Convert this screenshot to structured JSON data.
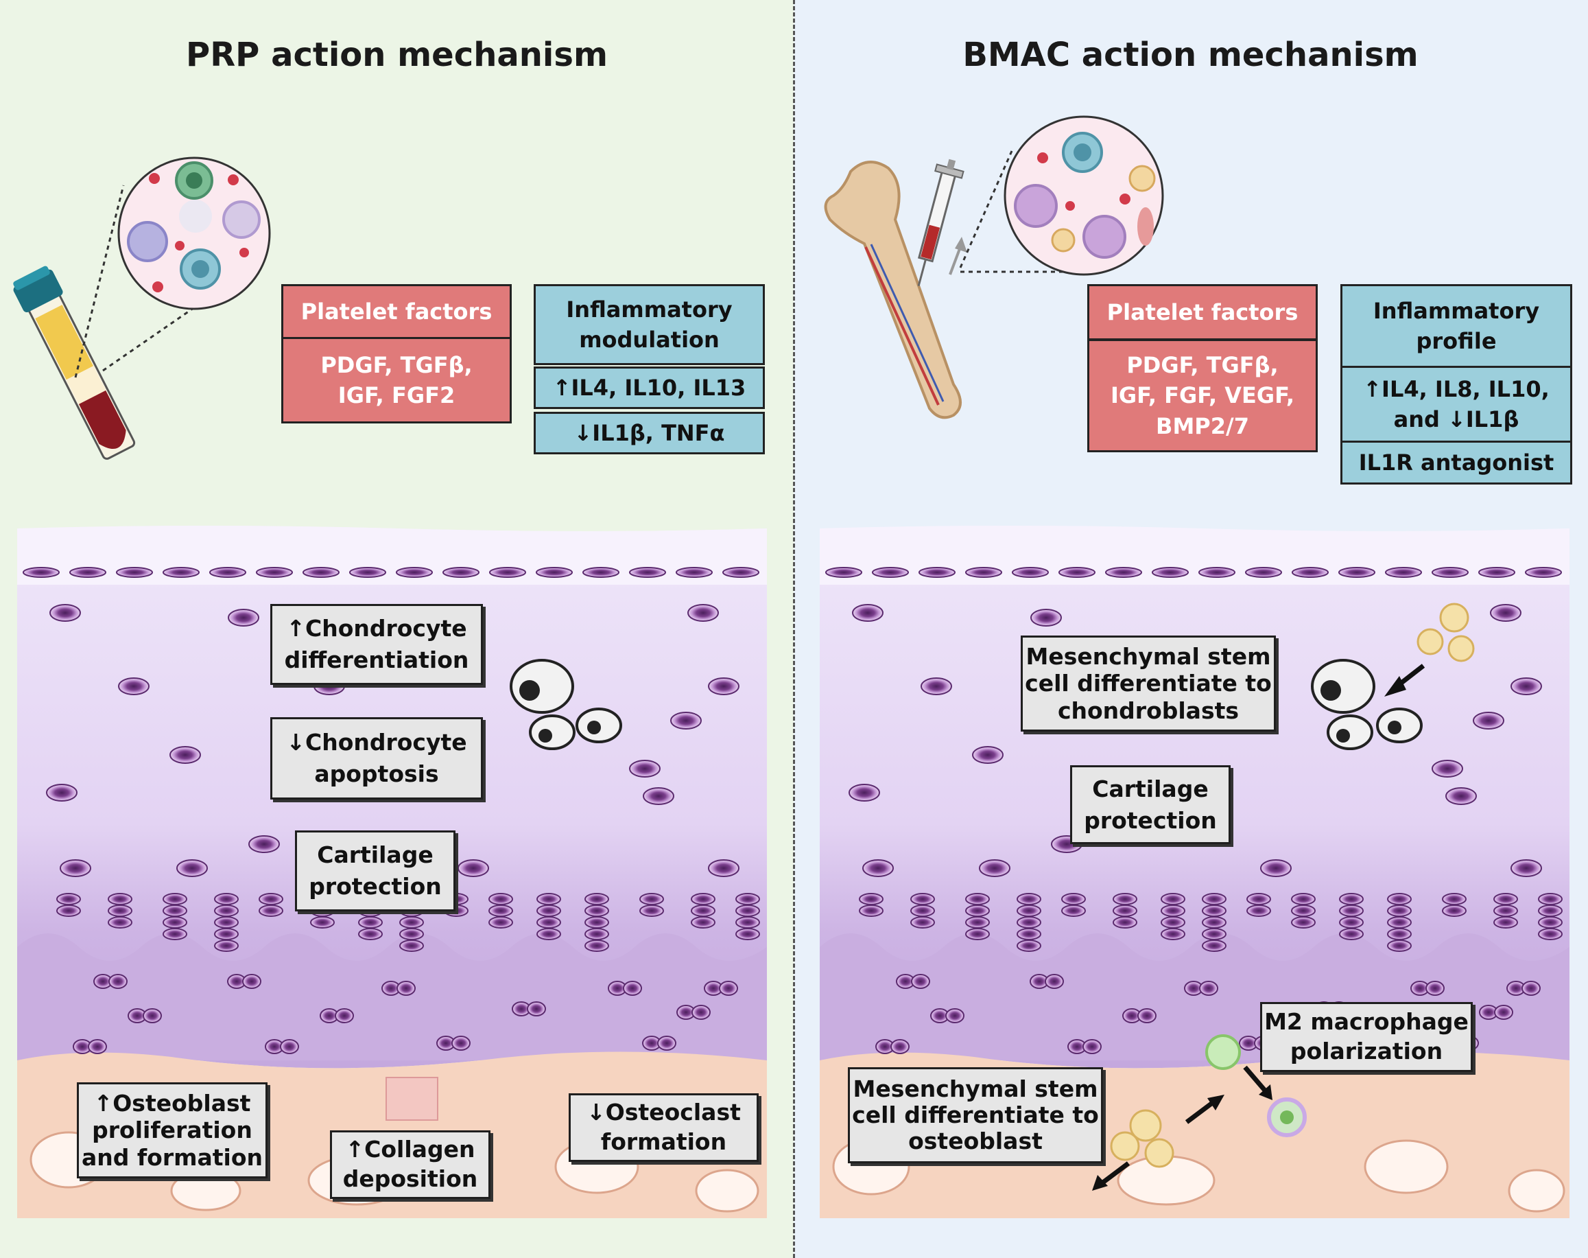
{
  "prp": {
    "title": "PRP action mechanism",
    "platelet_factors": {
      "header": "Platelet factors",
      "items": "PDGF, TGFβ,\nIGF, FGF2"
    },
    "inflammatory": {
      "header": "Inflammatory\nmodulation",
      "up": "↑IL4, IL10, IL13",
      "down": "↓IL1β, TNFα"
    },
    "labels": {
      "chondrocyte_differentiation": "↑Chondrocyte\ndifferentiation",
      "chondrocyte_apoptosis": "↓Chondrocyte\napoptosis",
      "cartilage_protection": "Cartilage\nprotection",
      "osteoblast": "↑Osteoblast\nproliferation\nand formation",
      "collagen": "↑Collagen\ndeposition",
      "osteoclast": "↓Osteoclast\nformation"
    }
  },
  "bmac": {
    "title": "BMAC action mechanism",
    "platelet_factors": {
      "header": "Platelet factors",
      "items": "PDGF, TGFβ,\nIGF, FGF, VEGF,\nBMP2/7"
    },
    "inflammatory": {
      "header": "Inflammatory\nprofile",
      "up_down": "↑IL4, IL8, IL10,\nand ↓IL1β",
      "antagonist": "IL1R antagonist"
    },
    "labels": {
      "msc_chondroblasts": "Mesenchymal stem\ncell differentiate to\nchondroblasts",
      "cartilage_protection": "Cartilage\nprotection",
      "m2_macrophage": "M2 macrophage\npolarization",
      "msc_osteoblast": "Mesenchymal stem\ncell differentiate to\nosteoblast"
    }
  },
  "colors": {
    "prp_background": "#ecf5e6",
    "bmac_background": "#e9f1fa",
    "platelet_box": "#e07a7a",
    "inflammatory_box": "#9ccfdc",
    "label_box": "#e6e6e6",
    "cartilage": "#e7d9f3",
    "bone": "#f6d4c0"
  }
}
